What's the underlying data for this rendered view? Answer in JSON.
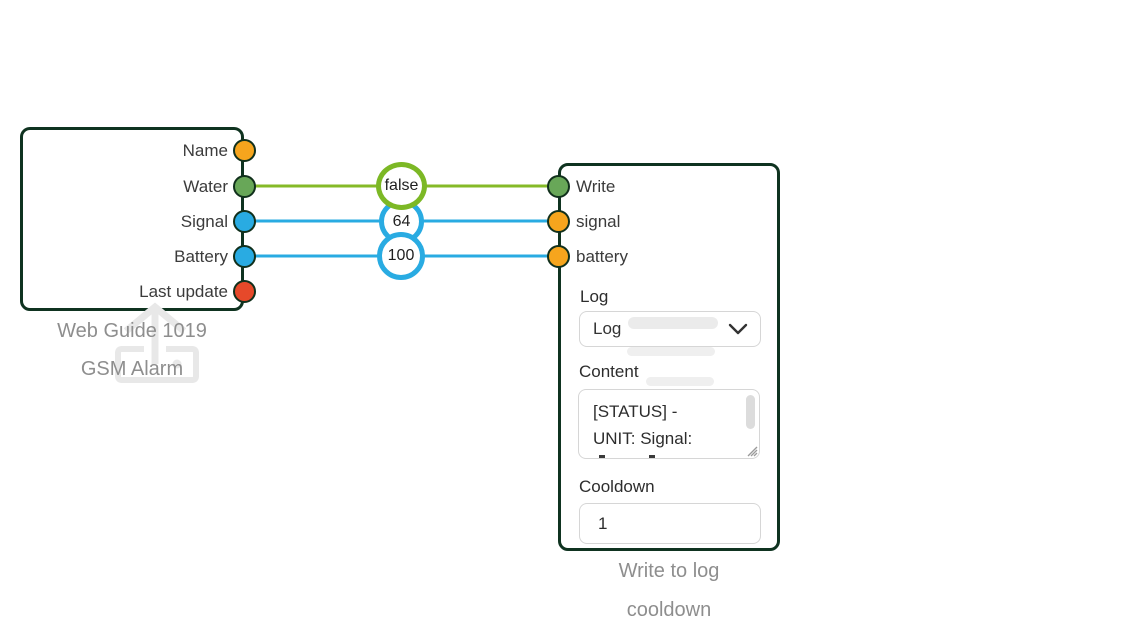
{
  "left_node": {
    "title": "Web Guide 1019",
    "subtitle": "GSM Alarm",
    "icon": "upload-device-icon",
    "ports": [
      {
        "label": "Name",
        "color": "#f6a51d"
      },
      {
        "label": "Water",
        "color": "#68a758"
      },
      {
        "label": "Signal",
        "color": "#29abe2"
      },
      {
        "label": "Battery",
        "color": "#29abe2"
      },
      {
        "label": "Last update",
        "color": "#e6492a"
      }
    ]
  },
  "right_node": {
    "title": "Write to log",
    "subtitle": "cooldown",
    "ports": [
      {
        "label": "Write",
        "color": "#68a758"
      },
      {
        "label": "signal",
        "color": "#f6a51d"
      },
      {
        "label": "battery",
        "color": "#f6a51d"
      }
    ],
    "form": {
      "log_label": "Log",
      "log_selected_value": "Log",
      "content_label": "Content",
      "content_value": "[STATUS] -\nUNIT: Signal:",
      "cooldown_label": "Cooldown",
      "cooldown_value": "1"
    }
  },
  "wires": [
    {
      "from": "Water",
      "to": "Write",
      "value": "false",
      "color": "#85ba27"
    },
    {
      "from": "Signal",
      "to": "signal",
      "value": "64",
      "color": "#29abe2"
    },
    {
      "from": "Battery",
      "to": "battery",
      "value": "100",
      "color": "#29abe2"
    }
  ],
  "colors": {
    "node_border": "#0f3320",
    "wire_green": "#85ba27",
    "wire_blue": "#29abe2",
    "port_green": "#68a758",
    "port_blue": "#29abe2",
    "port_orange": "#f6a51d",
    "port_red": "#e6492a",
    "caption_gray": "#8e8e8e"
  }
}
